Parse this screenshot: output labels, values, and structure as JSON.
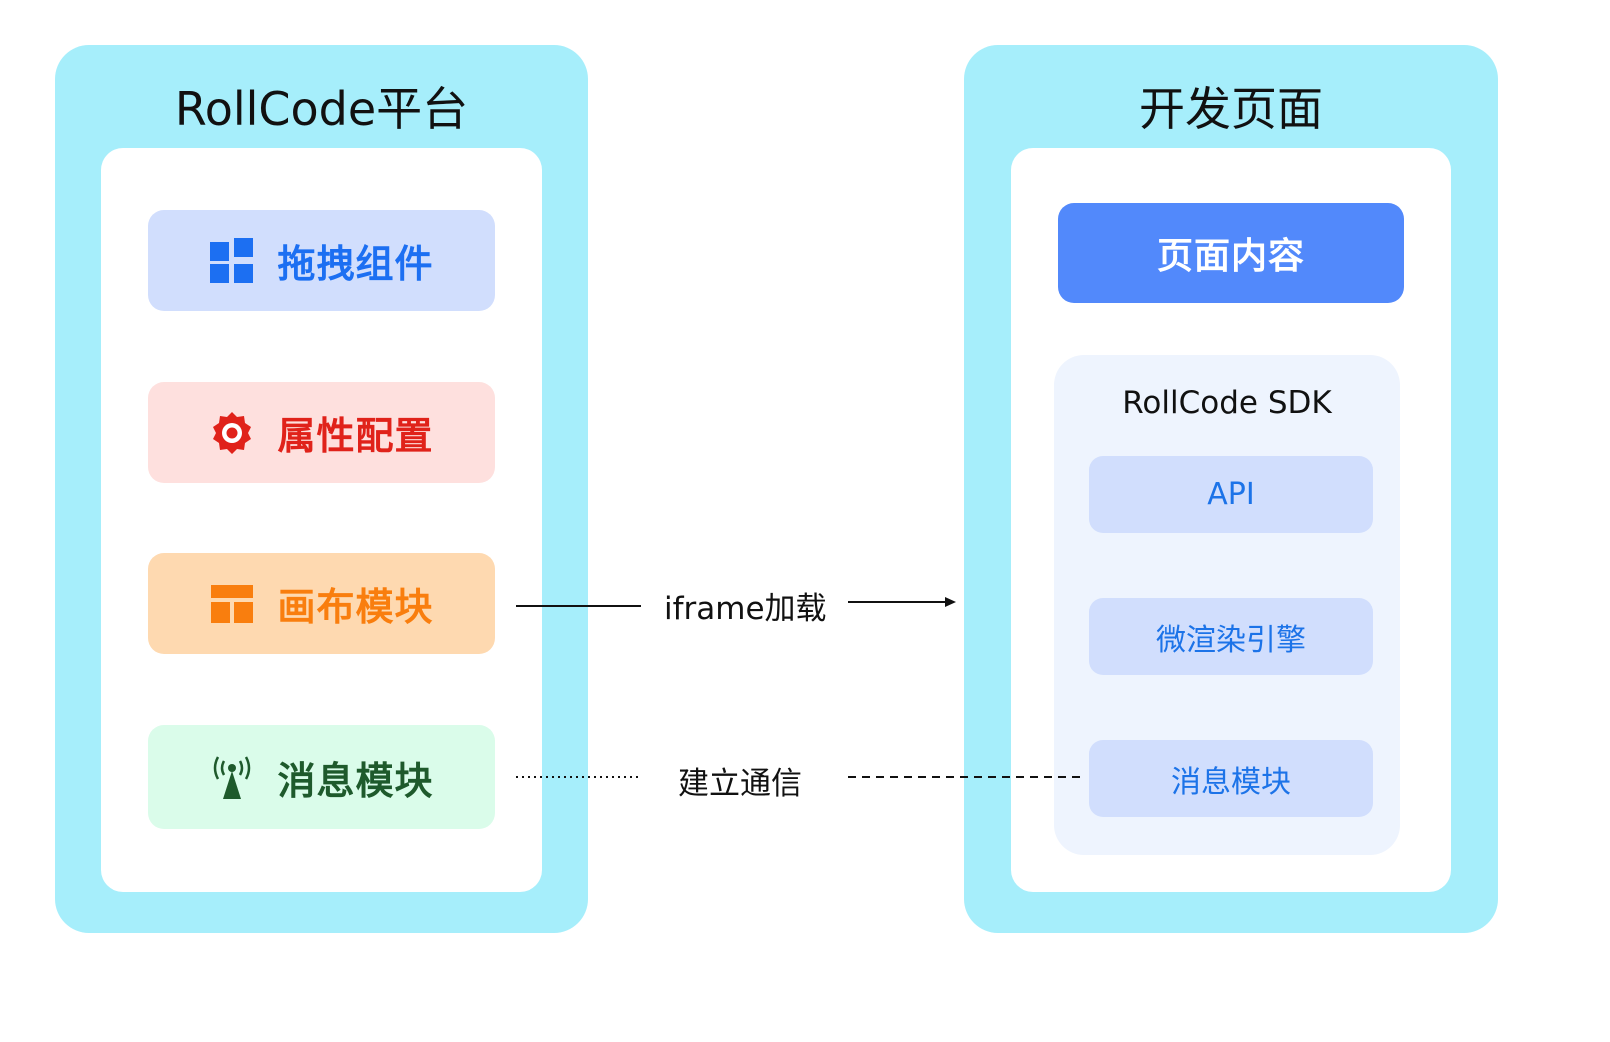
{
  "left_panel": {
    "title": "RollCode平台",
    "cards": [
      {
        "label": "拖拽组件",
        "icon": "grid-icon",
        "color": "#1c6ff2",
        "bg": "#d1defd"
      },
      {
        "label": "属性配置",
        "icon": "gear-icon",
        "color": "#e0221a",
        "bg": "#fee0de"
      },
      {
        "label": "画布模块",
        "icon": "layout-icon",
        "color": "#f97e0e",
        "bg": "#fed9b0"
      },
      {
        "label": "消息模块",
        "icon": "signal-tower-icon",
        "color": "#1e5a2c",
        "bg": "#dafcea"
      }
    ]
  },
  "right_panel": {
    "title": "开发页面",
    "page_content": {
      "label": "页面内容",
      "bg": "#5289fb",
      "color": "#ffffff"
    },
    "sdk": {
      "title": "RollCode SDK",
      "items": [
        "API",
        "微渲染引擎",
        "消息模块"
      ]
    }
  },
  "connections": [
    {
      "label": "iframe加载",
      "style": "solid",
      "arrow": true
    },
    {
      "label": "建立通信",
      "style": "dashed",
      "arrow": false
    }
  ],
  "colors": {
    "panel_bg": "#a6eefb",
    "sdk_bg": "#eef4fe",
    "sdk_item_bg": "#d1defd",
    "sdk_item_text": "#1c73e8"
  }
}
